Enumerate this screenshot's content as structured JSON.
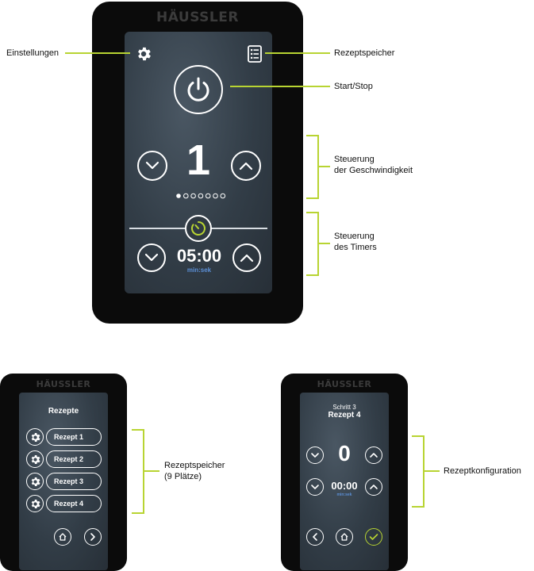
{
  "brand": "HÄUSSLER",
  "main_screen": {
    "speed_value": "1",
    "timer_value": "05:00",
    "timer_unit": "min:sek",
    "speed_levels_total": 7,
    "speed_level_active": 1
  },
  "callouts": {
    "settings": "Einstellungen",
    "recipe_memory": "Rezeptspeicher",
    "start_stop": "Start/Stop",
    "speed_control_line1": "Steuerung",
    "speed_control_line2": "der Geschwindigkeit",
    "timer_control_line1": "Steuerung",
    "timer_control_line2": "des Timers",
    "recipe_memory_slots_line1": "Rezeptspeicher",
    "recipe_memory_slots_line2": "(9 Plätze)",
    "recipe_config": "Rezeptkonfiguration"
  },
  "recipes_screen": {
    "title": "Rezepte",
    "items": [
      {
        "label": "Rezept 1"
      },
      {
        "label": "Rezept 2"
      },
      {
        "label": "Rezept 3"
      },
      {
        "label": "Rezept 4"
      }
    ]
  },
  "config_screen": {
    "step": "Schritt 3",
    "recipe": "Rezept 4",
    "speed_value": "0",
    "timer_value": "00:00",
    "timer_unit": "min:sek"
  },
  "colors": {
    "accent_green": "#b8d432",
    "timer_unit_blue": "#5b8fd6",
    "device_body": "#0b0b0b",
    "screen_bg": "#323d47"
  }
}
